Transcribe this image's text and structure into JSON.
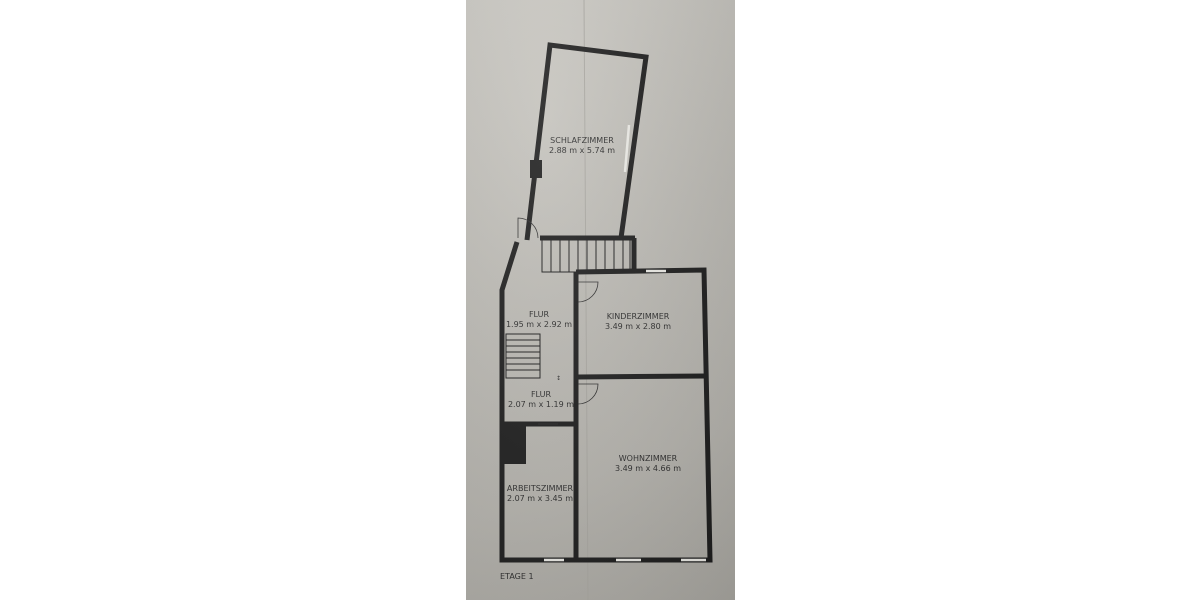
{
  "floor": "ETAGE 1",
  "rooms": [
    {
      "id": "schlafzimmer",
      "name": "SCHLAFZIMMER",
      "size": "2.88 m x 5.74 m"
    },
    {
      "id": "flur-1",
      "name": "FLUR",
      "size": "1.95 m x 2.92 m"
    },
    {
      "id": "kinderzimmer",
      "name": "KINDERZIMMER",
      "size": "3.49 m x 2.80 m"
    },
    {
      "id": "flur-2",
      "name": "FLUR",
      "size": "2.07 m x 1.19 m"
    },
    {
      "id": "wohnzimmer",
      "name": "WOHNZIMMER",
      "size": "3.49 m x 4.66 m"
    },
    {
      "id": "arbeitszimmer",
      "name": "ARBEITSZIMMER",
      "size": "2.07 m x 3.45 m"
    }
  ],
  "colors": {
    "wall": "#1c1c1c",
    "paper": "#c4c2bc",
    "text": "#2c2c2c"
  }
}
